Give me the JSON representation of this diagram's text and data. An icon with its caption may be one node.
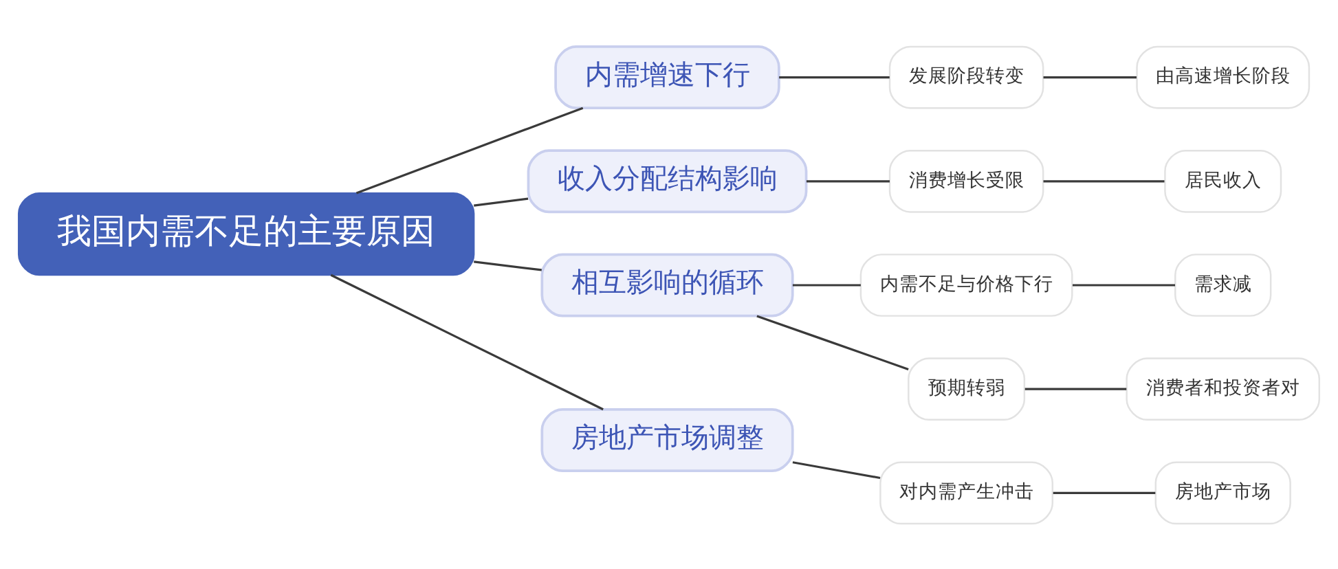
{
  "diagram": {
    "nodes": [
      {
        "text": [
          "我国内需不足的主要原因"
        ]
      },
      {
        "text": [
          "内需增速下行"
        ]
      },
      {
        "text": [
          "发展阶段转变"
        ]
      },
      {
        "text": [
          "由高速增长阶段"
        ]
      },
      {
        "text": [
          "收入分配结构影响"
        ]
      },
      {
        "text": [
          "消费增长受限"
        ]
      },
      {
        "text": [
          "居民收入"
        ]
      },
      {
        "text": [
          "相互影响的循环"
        ]
      },
      {
        "text": [
          "内需不足与价格下行"
        ]
      },
      {
        "text": [
          "需求减"
        ]
      },
      {
        "text": [
          "预期转弱"
        ]
      },
      {
        "text": [
          "消费者和投资者对"
        ]
      },
      {
        "text": [
          "房地产市场调整"
        ]
      },
      {
        "text": [
          "对内需产生冲击"
        ]
      },
      {
        "text": [
          "房地产市场"
        ]
      }
    ],
    "edges": [
      {
        "from": 0,
        "to": 1,
        "arrow": "none"
      },
      {
        "from": 0,
        "to": 4,
        "arrow": "none"
      },
      {
        "from": 0,
        "to": 7,
        "arrow": "none"
      },
      {
        "from": 0,
        "to": 12,
        "arrow": "none"
      },
      {
        "from": 1,
        "to": 2,
        "arrow": "none"
      },
      {
        "from": 2,
        "to": 3,
        "arrow": "none"
      },
      {
        "from": 4,
        "to": 5,
        "arrow": "none"
      },
      {
        "from": 5,
        "to": 6,
        "arrow": "none"
      },
      {
        "from": 7,
        "to": 8,
        "arrow": "none"
      },
      {
        "from": 7,
        "to": 10,
        "arrow": "none"
      },
      {
        "from": 8,
        "to": 9,
        "arrow": "none"
      },
      {
        "from": 10,
        "to": 11,
        "arrow": "none"
      },
      {
        "from": 12,
        "to": 13,
        "arrow": "none"
      },
      {
        "from": 13,
        "to": 14,
        "arrow": "none"
      }
    ]
  }
}
